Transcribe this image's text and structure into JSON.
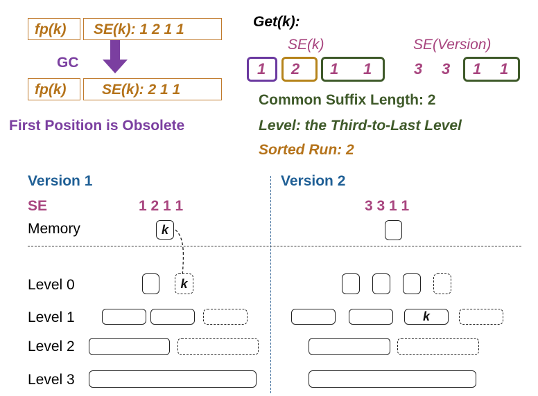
{
  "gc_panel": {
    "fp_label": "fp(k)",
    "se_before": "SE(k): 1 2 1 1",
    "gc_label": "GC",
    "se_after": "SE(k): 2 1 1",
    "obsolete_note": "First Position is Obsolete"
  },
  "get_panel": {
    "title": "Get(k):",
    "se_k_label": "SE(k)",
    "se_version_label": "SE(Version)",
    "se_k_digits": [
      "1",
      "2",
      "1",
      "1"
    ],
    "se_version_digits": [
      "3",
      "3",
      "1",
      "1"
    ],
    "common_suffix": "Common Suffix Length: 2",
    "level_line": "Level: the Third-to-Last Level",
    "sorted_run": "Sorted Run: 2"
  },
  "versions": [
    {
      "title": "Version 1",
      "se_label": "SE",
      "se_value": "1 2 1 1"
    },
    {
      "title": "Version 2",
      "se_value": "3 3 1 1"
    }
  ],
  "row_labels": {
    "memory": "Memory",
    "level0": "Level 0",
    "level1": "Level 1",
    "level2": "Level 2",
    "level3": "Level 3"
  },
  "key_label": "k",
  "colors": {
    "orange": "#b5731a",
    "purple": "#7b3fa0",
    "mauve": "#a8457f",
    "dark_green": "#3f5a2a",
    "blue": "#1f5f95"
  }
}
